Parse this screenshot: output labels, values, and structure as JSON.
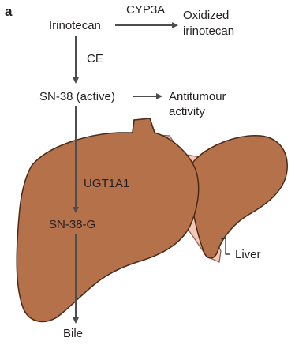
{
  "panel_label": "a",
  "nodes": {
    "irinotecan": "Irinotecan",
    "oxidized_line1": "Oxidized",
    "oxidized_line2": "irinotecan",
    "sn38_active": "SN-38 (active)",
    "antitumour_line1": "Antitumour",
    "antitumour_line2": "activity",
    "sn38g": "SN-38-G",
    "bile": "Bile"
  },
  "enzymes": {
    "cyp3a": "CYP3A",
    "ce": "CE",
    "ugt1a1": "UGT1A1"
  },
  "organ_label": "Liver",
  "colors": {
    "liver_fill": "#b5714a",
    "liver_stroke": "#4a2a1a",
    "background_organ": "#f3c8b8",
    "arrow": "#4d4d4d",
    "text": "#231f20"
  }
}
